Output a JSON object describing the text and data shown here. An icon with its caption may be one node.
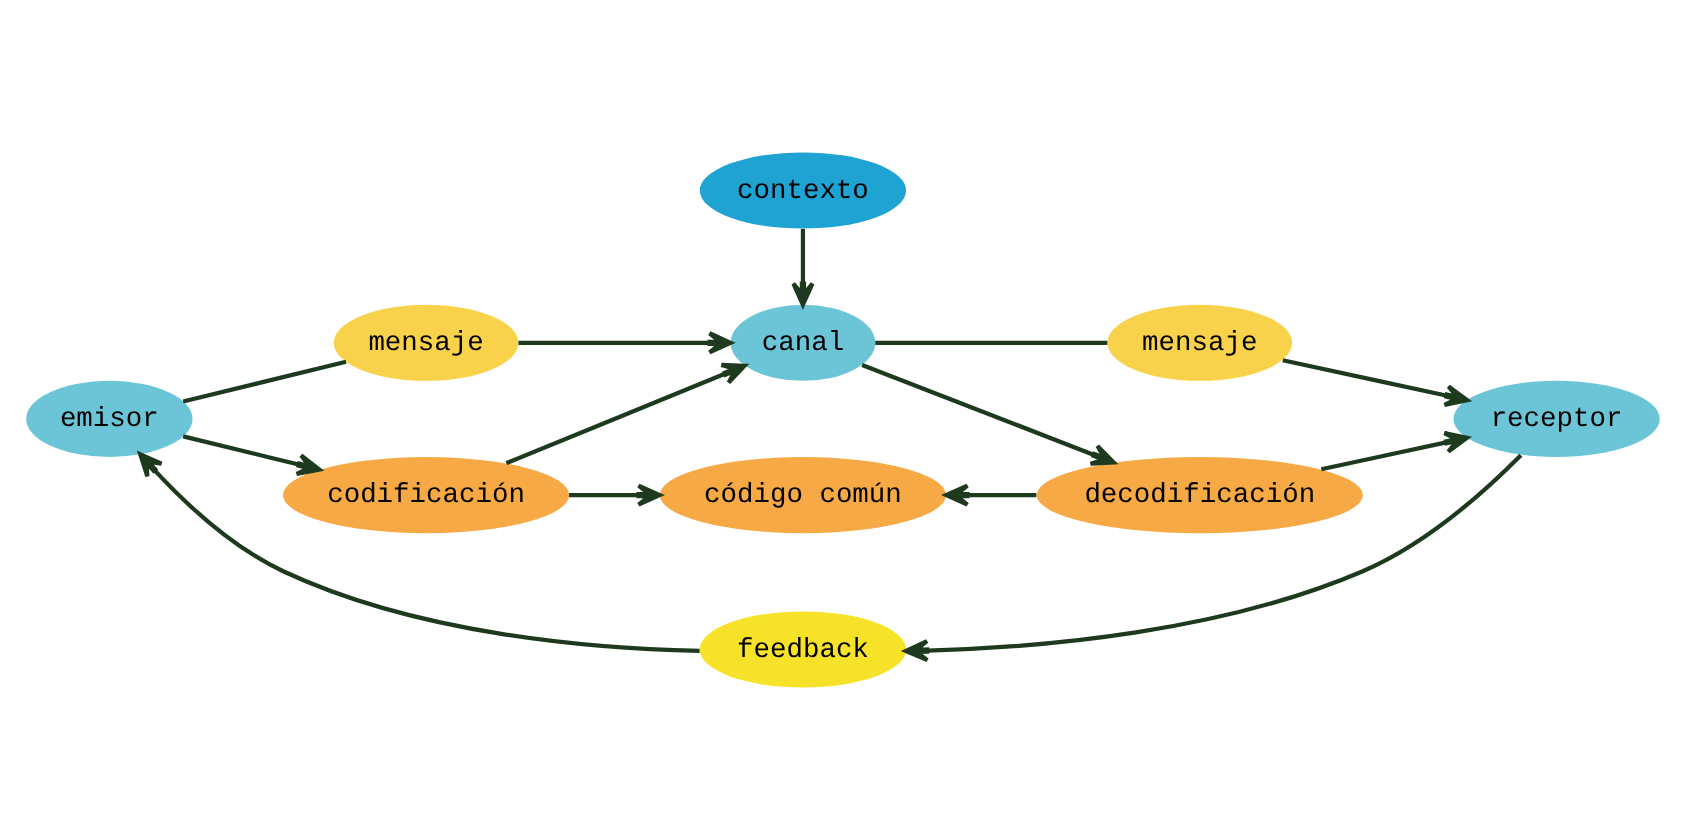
{
  "diagram": {
    "nodes": [
      {
        "text": [
          "contexto"
        ]
      },
      {
        "text": [
          "mensaje"
        ]
      },
      {
        "text": [
          "mensaje"
        ]
      },
      {
        "text": [
          "emisor"
        ]
      },
      {
        "text": [
          "codificación"
        ]
      },
      {
        "text": [
          "canal"
        ]
      },
      {
        "text": [
          "decodificación"
        ]
      },
      {
        "text": [
          "receptor"
        ]
      },
      {
        "text": [
          "código común"
        ]
      },
      {
        "text": [
          "feedback"
        ]
      }
    ],
    "edges": [
      {
        "from": 0,
        "to": 5,
        "arrow": "to"
      },
      {
        "from": 3,
        "to": 4,
        "arrow": "to"
      },
      {
        "from": 3,
        "to": 1,
        "arrow": "none"
      },
      {
        "from": 1,
        "to": 5,
        "arrow": "to"
      },
      {
        "from": 4,
        "to": 5,
        "arrow": "to"
      },
      {
        "from": 5,
        "to": 6,
        "arrow": "to"
      },
      {
        "from": 5,
        "to": 2,
        "arrow": "none"
      },
      {
        "from": 2,
        "to": 7,
        "arrow": "to"
      },
      {
        "from": 6,
        "to": 7,
        "arrow": "to"
      },
      {
        "from": 4,
        "to": 8,
        "arrow": "to"
      },
      {
        "from": 6,
        "to": 8,
        "arrow": "to"
      },
      {
        "from": 7,
        "to": 9,
        "arrow": "to"
      },
      {
        "from": 9,
        "to": 3,
        "arrow": "to"
      }
    ]
  }
}
